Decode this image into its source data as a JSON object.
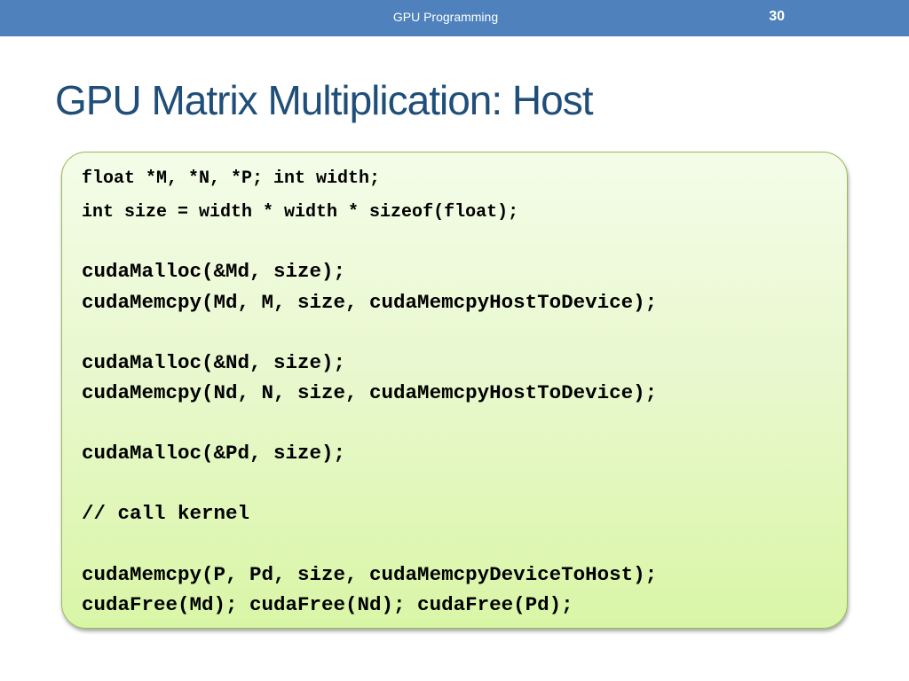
{
  "header": {
    "title": "GPU Programming",
    "slide_number": "30"
  },
  "slide": {
    "title": "GPU Matrix Multiplication: Host"
  },
  "code": {
    "lines": [
      "float *M, *N, *P; int width;",
      "int size = width * width * sizeof(float);",
      "cudaMalloc(&Md, size);",
      "cudaMemcpy(Md, M, size, cudaMemcpyHostToDevice);",
      "cudaMalloc(&Nd, size);",
      "cudaMemcpy(Nd, N, size, cudaMemcpyHostToDevice);",
      "cudaMalloc(&Pd, size);",
      "// call kernel",
      "cudaMemcpy(P, Pd, size, cudaMemcpyDeviceToHost);",
      "cudaFree(Md); cudaFree(Nd); cudaFree(Pd);"
    ]
  },
  "colors": {
    "header_bar": "#4f81bd",
    "title": "#1f4e79",
    "code_box_border": "#9bbb59",
    "code_box_fill": "#e9f8cf"
  }
}
